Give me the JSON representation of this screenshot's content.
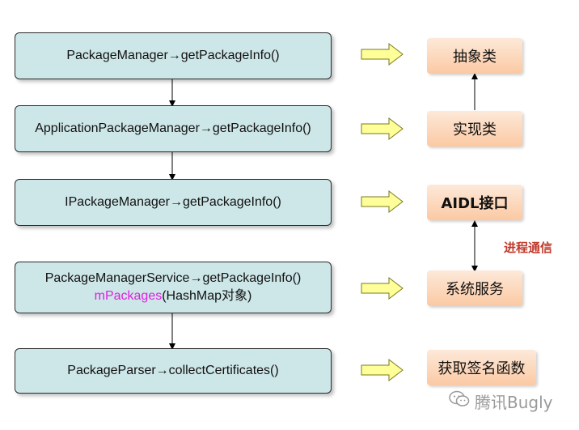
{
  "flow_steps": [
    {
      "text": "PackageManager→getPackageInfo()"
    },
    {
      "text": "ApplicationPackageManager→getPackageInfo()"
    },
    {
      "text": "IPackageManager→getPackageInfo()"
    },
    {
      "text": "PackageManagerService→getPackageInfo()",
      "sub_highlight": "mPackages",
      "sub_rest": "(HashMap对象)"
    },
    {
      "text": "PackageParser→collectCertificates()"
    }
  ],
  "labels": [
    "抽象类",
    "实现类",
    "AIDL接口",
    "系统服务",
    "获取签名函数"
  ],
  "ipc_label": "进程通信",
  "watermark": {
    "text": "腾讯Bugly",
    "icon": "wechat-icon"
  },
  "colors": {
    "flow_fill": "#cde6e8",
    "label_fill": "#fbc9a3",
    "arrow_fill": "#ffff99",
    "ipc_text": "#c0392b",
    "highlight": "#e020e0"
  }
}
